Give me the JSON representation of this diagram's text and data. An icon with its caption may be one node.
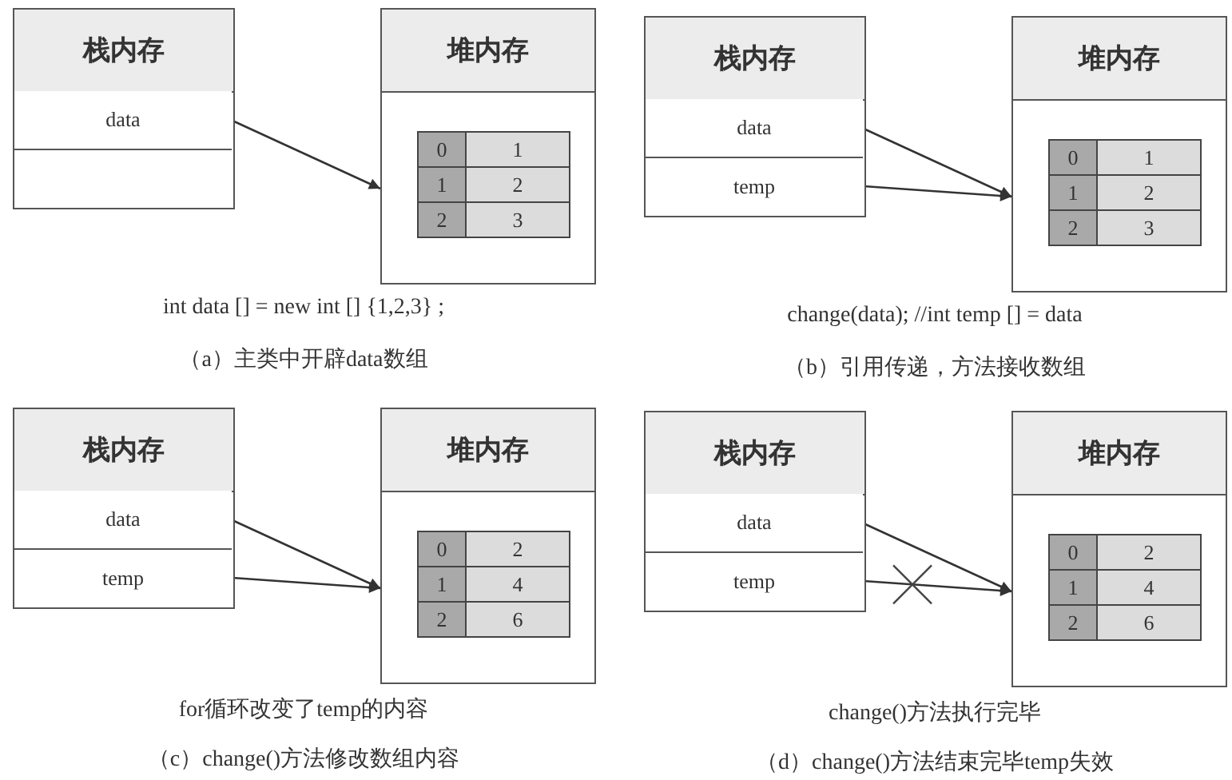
{
  "diagram": {
    "nodes": [
      {
        "text": [
          "栈内存"
        ]
      },
      {
        "text": [
          "data"
        ],
        "in": 0
      },
      {
        "text": [],
        "shape": "box",
        "in": 0
      },
      {
        "text": [
          "堆内存"
        ]
      },
      {
        "text": [
          "0"
        ],
        "in": 3
      },
      {
        "text": [
          "1"
        ],
        "in": 3
      },
      {
        "text": [
          "1"
        ],
        "in": 3
      },
      {
        "text": [
          "2"
        ],
        "in": 3
      },
      {
        "text": [
          "2"
        ],
        "in": 3
      },
      {
        "text": [
          "3"
        ],
        "in": 3
      },
      {
        "text": [
          "栈内存"
        ]
      },
      {
        "text": [
          "data"
        ],
        "in": 10
      },
      {
        "text": [
          "temp"
        ],
        "in": 10
      },
      {
        "text": [
          "堆内存"
        ]
      },
      {
        "text": [
          "0"
        ],
        "in": 13
      },
      {
        "text": [
          "1"
        ],
        "in": 13
      },
      {
        "text": [
          "1"
        ],
        "in": 13
      },
      {
        "text": [
          "2"
        ],
        "in": 13
      },
      {
        "text": [
          "2"
        ],
        "in": 13
      },
      {
        "text": [
          "3"
        ],
        "in": 13
      },
      {
        "text": [
          "栈内存"
        ]
      },
      {
        "text": [
          "data"
        ],
        "in": 20
      },
      {
        "text": [
          "temp"
        ],
        "in": 20
      },
      {
        "text": [
          "堆内存"
        ]
      },
      {
        "text": [
          "0"
        ],
        "in": 23
      },
      {
        "text": [
          "2"
        ],
        "in": 23
      },
      {
        "text": [
          "1"
        ],
        "in": 23
      },
      {
        "text": [
          "4"
        ],
        "in": 23
      },
      {
        "text": [
          "2"
        ],
        "in": 23
      },
      {
        "text": [
          "6"
        ],
        "in": 23
      },
      {
        "text": [
          "栈内存"
        ]
      },
      {
        "text": [
          "data"
        ],
        "in": 30
      },
      {
        "text": [
          "temp"
        ],
        "in": 30
      },
      {
        "text": [
          "堆内存"
        ]
      },
      {
        "text": [
          "0"
        ],
        "in": 33
      },
      {
        "text": [
          "2"
        ],
        "in": 33
      },
      {
        "text": [
          "1"
        ],
        "in": 33
      },
      {
        "text": [
          "4"
        ],
        "in": 33
      },
      {
        "text": [
          "2"
        ],
        "in": 33
      },
      {
        "text": [
          "6"
        ],
        "in": 33
      }
    ],
    "edges": [
      {
        "from": 1,
        "to": 3,
        "arrow": "to"
      },
      {
        "from": 11,
        "to": 13,
        "arrow": "to"
      },
      {
        "from": 12,
        "to": 13,
        "arrow": "to"
      },
      {
        "from": 21,
        "to": 23,
        "arrow": "to"
      },
      {
        "from": 22,
        "to": 23,
        "arrow": "to"
      },
      {
        "from": 31,
        "to": 33,
        "arrow": "to"
      },
      {
        "from": 32,
        "to": 33,
        "arrow": "to"
      }
    ],
    "labels": [
      "int data [] = new int [] {1,2,3} ;",
      "（a）主类中开辟data数组",
      "change(data); //int temp [] = data",
      "（b）引用传递，方法接收数组",
      "for循环改变了temp的内容",
      "（c）change()方法修改数组内容",
      "change()方法执行完毕",
      "（d）change()方法结束完毕temp失效"
    ]
  }
}
